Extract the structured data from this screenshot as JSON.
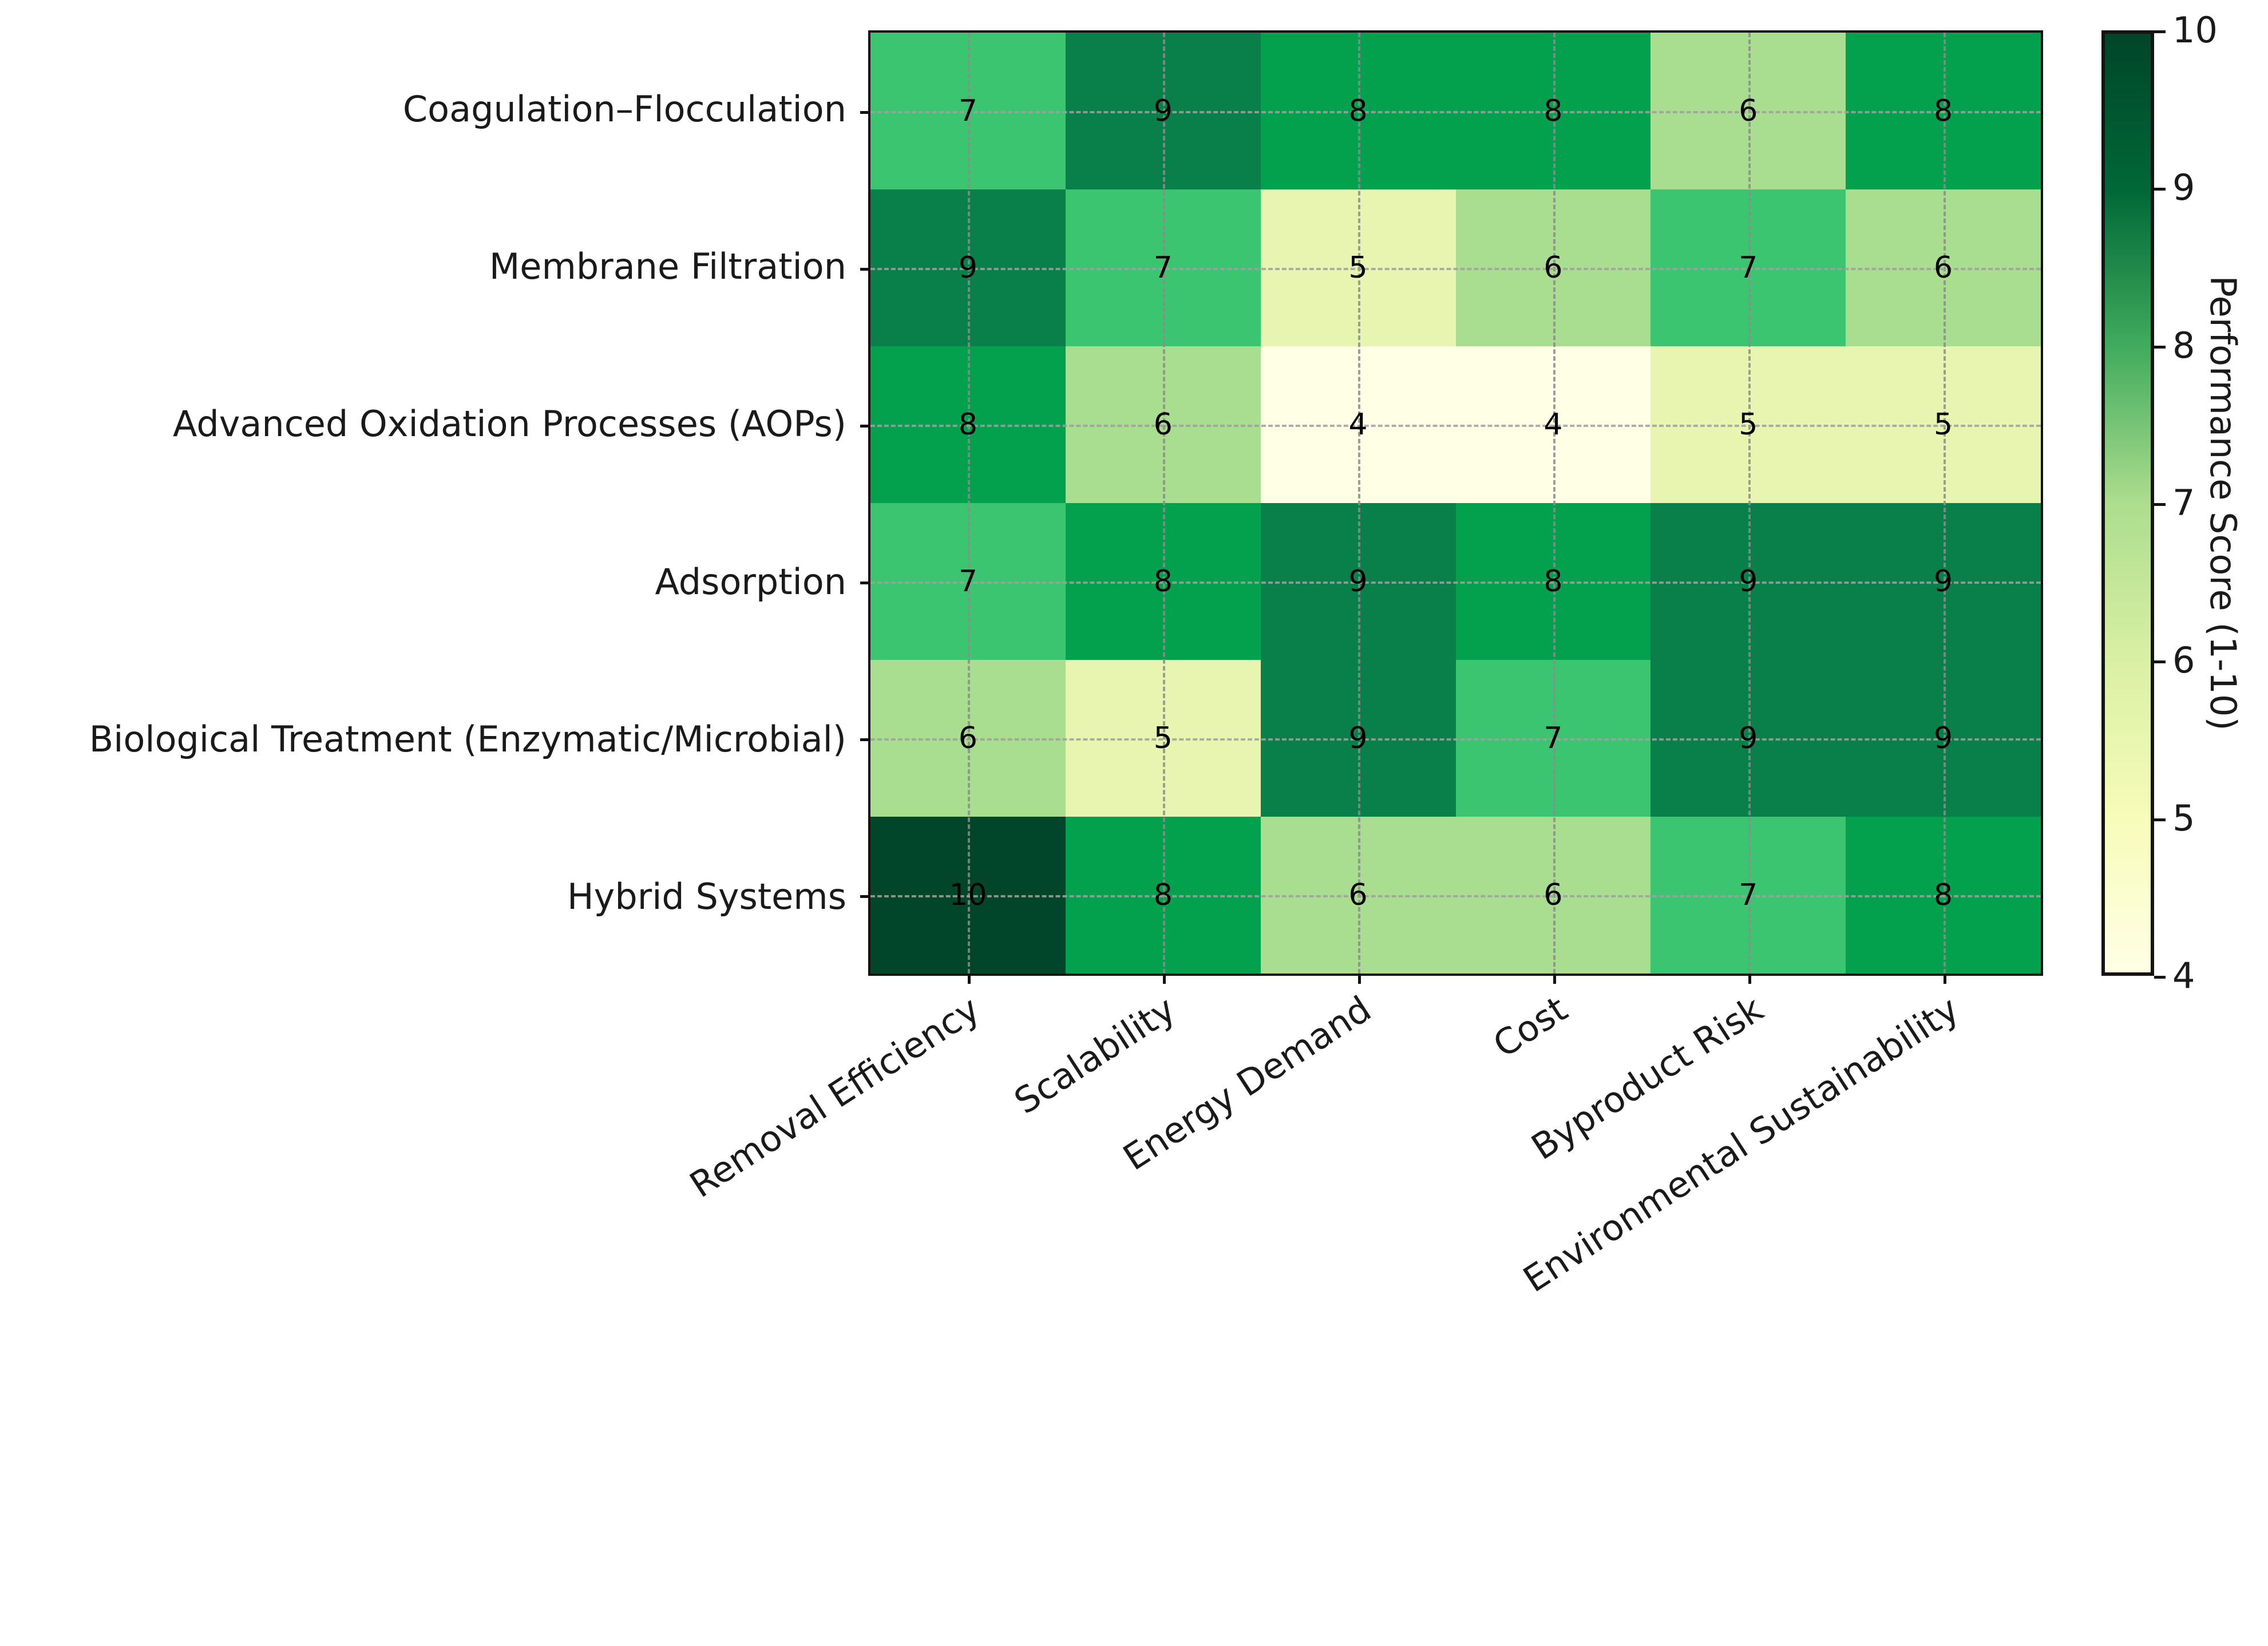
{
  "chart_data": {
    "type": "heatmap",
    "title": "",
    "xlabel": "",
    "ylabel": "",
    "colorbar_label": "Performance Score (1-10)",
    "colormap": "YlGn",
    "vmin": 4,
    "vmax": 10,
    "colorbar_ticks": [
      "10",
      "9",
      "8",
      "7",
      "6",
      "5",
      "4"
    ],
    "grid": true,
    "annotated": true,
    "x_tick_rotation": -33,
    "categories_x": [
      "Removal Efficiency",
      "Scalability",
      "Energy Demand",
      "Cost",
      "Byproduct Risk",
      "Environmental Sustainability"
    ],
    "categories_y": [
      "Coagulation–Flocculation",
      "Membrane Filtration",
      "Advanced Oxidation Processes (AOPs)",
      "Adsorption",
      "Biological Treatment (Enzymatic/Microbial)",
      "Hybrid Systems"
    ],
    "rows": [
      {
        "label": "Coagulation–Flocculation",
        "values": [
          7,
          9,
          8,
          8,
          6,
          8
        ]
      },
      {
        "label": "Membrane Filtration",
        "values": [
          9,
          7,
          5,
          6,
          7,
          6
        ]
      },
      {
        "label": "Advanced Oxidation Processes (AOPs)",
        "values": [
          8,
          6,
          4,
          4,
          5,
          5
        ]
      },
      {
        "label": "Adsorption",
        "values": [
          7,
          8,
          9,
          8,
          9,
          9
        ]
      },
      {
        "label": "Biological Treatment (Enzymatic/Microbial)",
        "values": [
          6,
          5,
          9,
          7,
          9,
          9
        ]
      },
      {
        "label": "Hybrid Systems",
        "values": [
          10,
          8,
          6,
          6,
          7,
          8
        ]
      }
    ],
    "value_colors": {
      "4": "#ffffe5",
      "5": "#e8f5b0",
      "6": "#a9dd8f",
      "7": "#3cc571",
      "8": "#03a04e",
      "9": "#097f49",
      "10": "#01462a"
    }
  },
  "colors": {
    "axes_edge": "#111111",
    "gridline": "#8c8c8c",
    "text": "#1a1a1a",
    "background": "#ffffff"
  }
}
